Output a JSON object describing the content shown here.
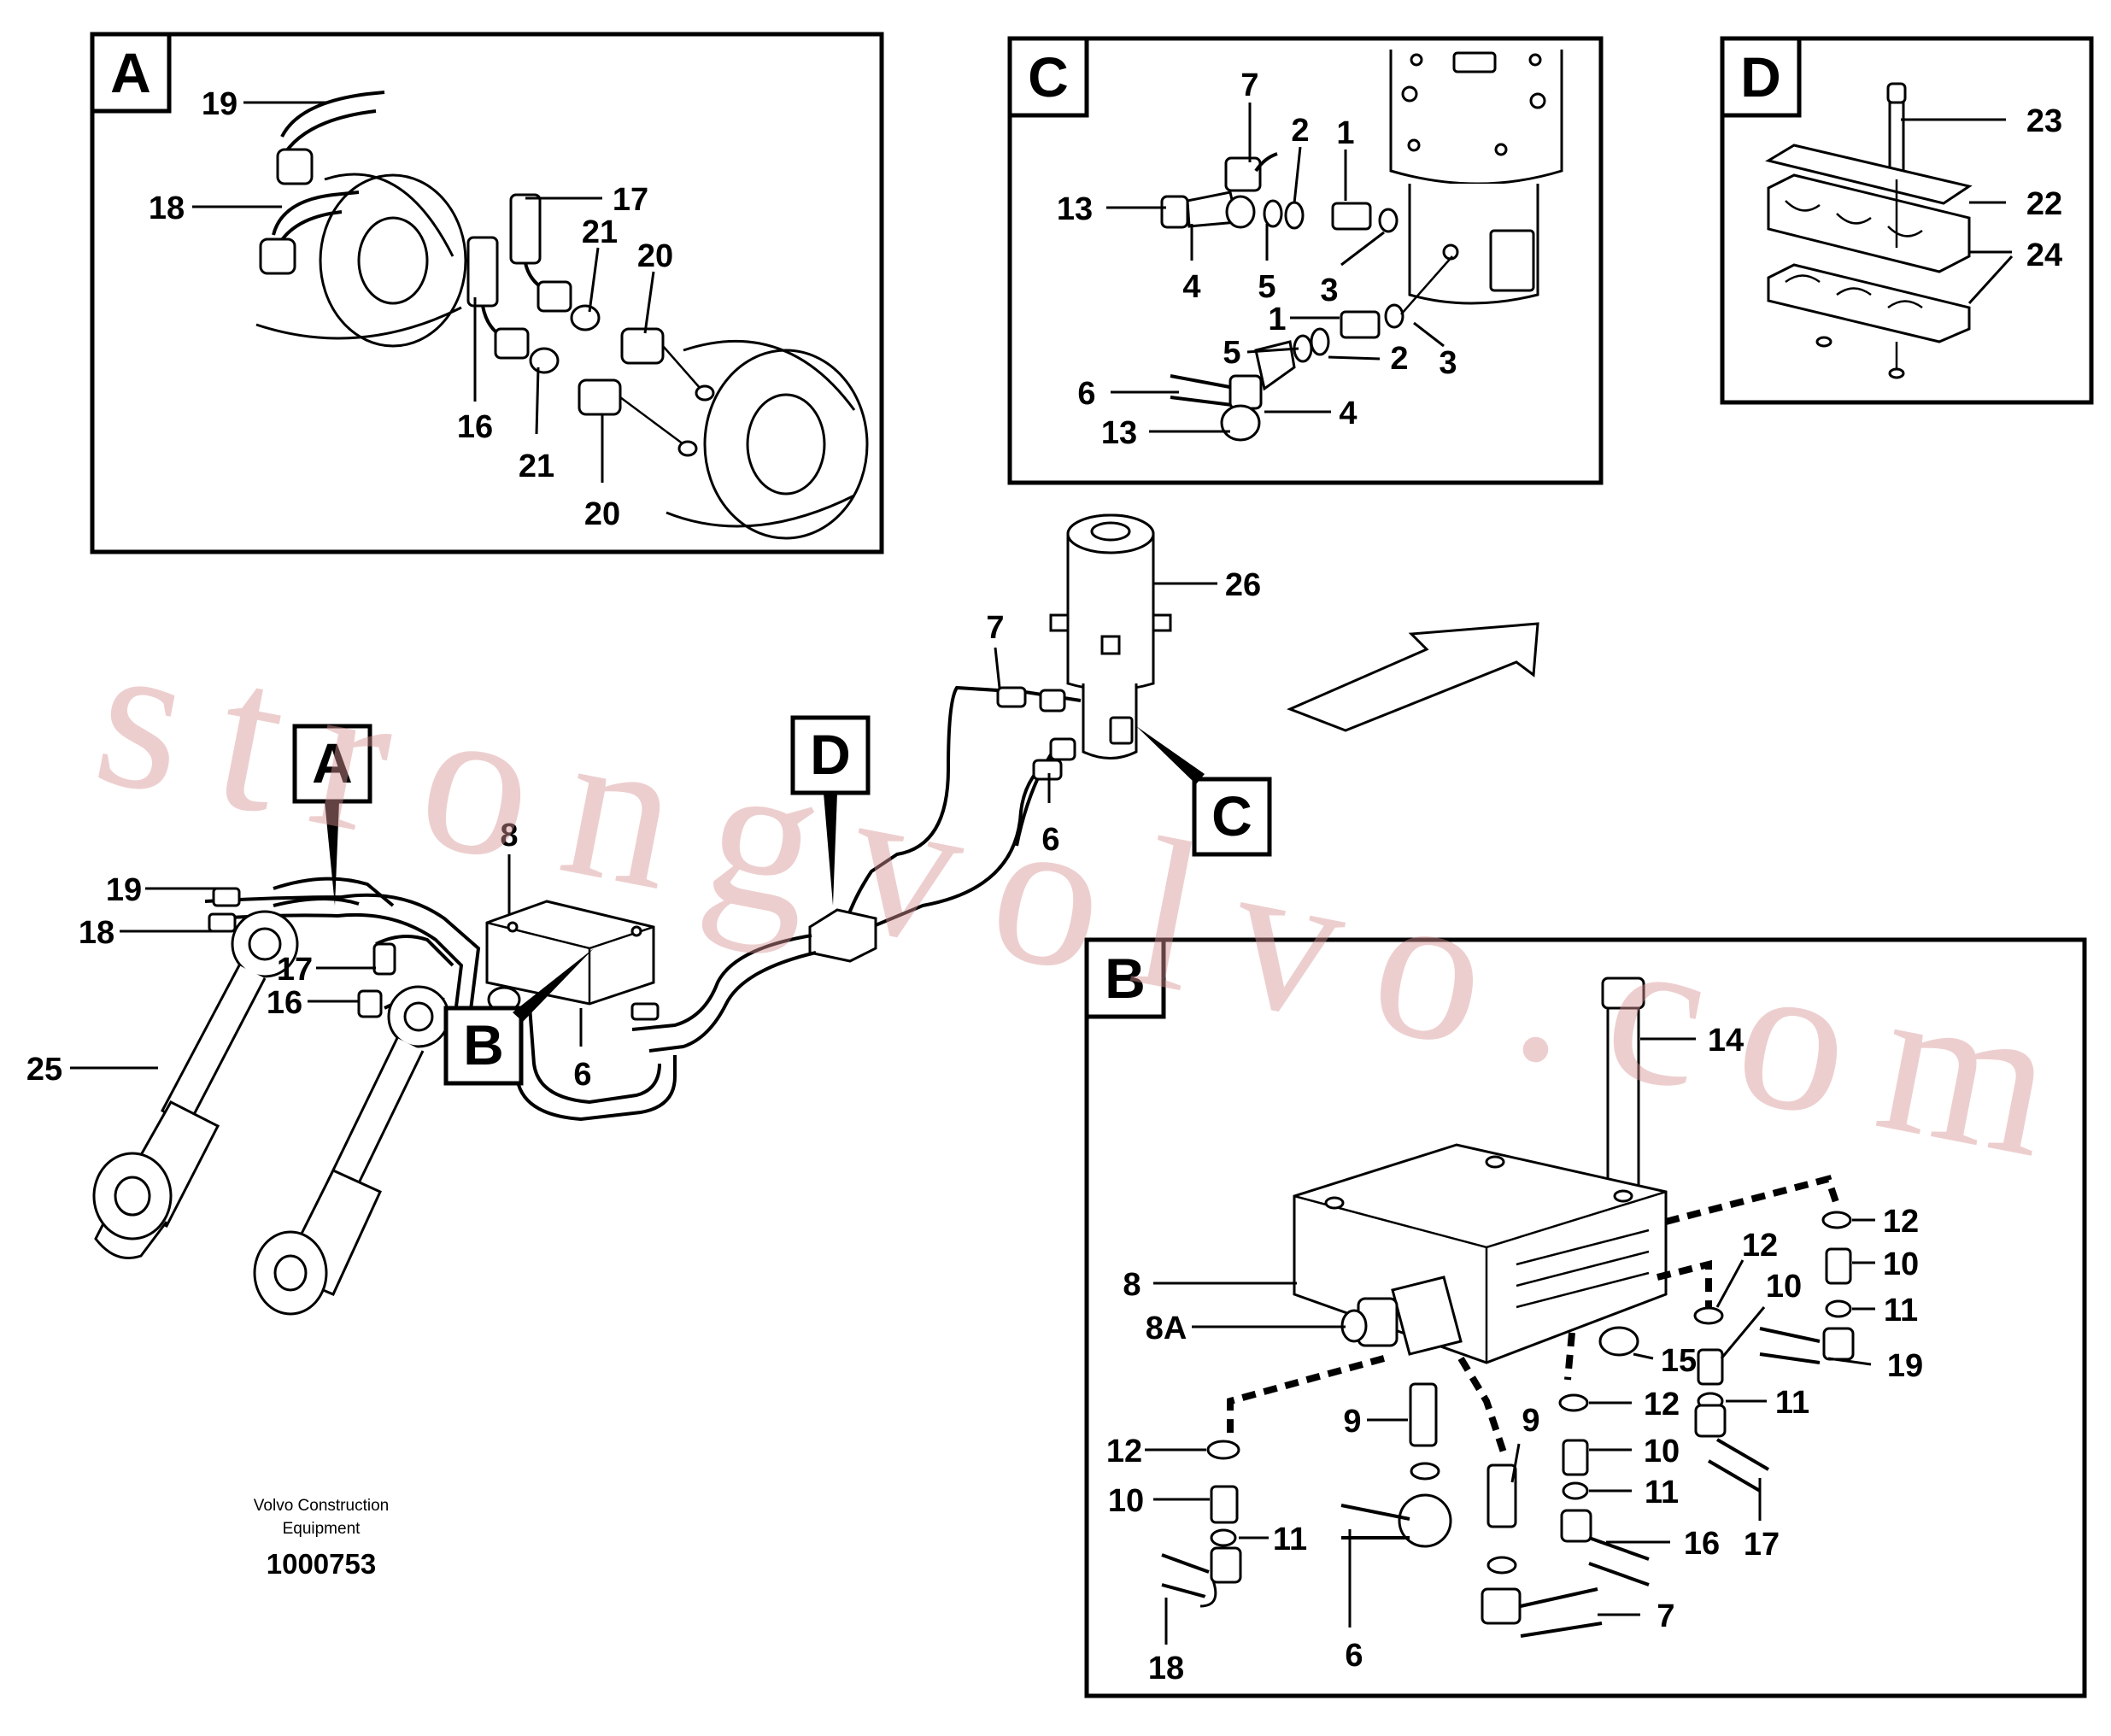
{
  "panels": {
    "a": {
      "tag": "A",
      "callouts": {
        "c19": "19",
        "c18": "18",
        "c17": "17",
        "c21a": "21",
        "c20a": "20",
        "c16": "16",
        "c21b": "21",
        "c20b": "20"
      }
    },
    "c": {
      "tag": "C",
      "callouts": {
        "c7": "7",
        "c2a": "2",
        "c1a": "1",
        "c13a": "13",
        "c4a": "4",
        "c5a": "5",
        "c3a": "3",
        "c1b": "1",
        "c5b": "5",
        "c2b": "2",
        "c3b": "3",
        "c6": "6",
        "c4b": "4",
        "c13b": "13"
      }
    },
    "d": {
      "tag": "D",
      "callouts": {
        "c23": "23",
        "c22": "22",
        "c24": "24"
      }
    },
    "b": {
      "tag": "B",
      "callouts": {
        "c14": "14",
        "c8": "8",
        "c8a": "8A",
        "c12a": "12",
        "c10a": "10",
        "c11a": "11",
        "c12b": "12",
        "c10b": "10",
        "c11b": "11",
        "c15": "15",
        "c19": "19",
        "c9a": "9",
        "c9b": "9",
        "c12c": "12",
        "c10c": "10",
        "c11c": "11",
        "c16": "16",
        "c17": "17",
        "c12d": "12",
        "c10d": "10",
        "c11d": "11",
        "c18": "18",
        "c6": "6",
        "c7": "7"
      }
    }
  },
  "main": {
    "tags": {
      "a": "A",
      "b": "B",
      "c": "C",
      "d": "D"
    },
    "callouts": {
      "c26": "26",
      "c7": "7",
      "c6top": "6",
      "c8": "8",
      "c19": "19",
      "c18": "18",
      "c17": "17",
      "c16": "16",
      "c25": "25",
      "c6bot": "6"
    }
  },
  "footer": {
    "line1": "Volvo Construction",
    "line2": "Equipment",
    "number": "1000753"
  },
  "watermark": "strongvolvo.com"
}
